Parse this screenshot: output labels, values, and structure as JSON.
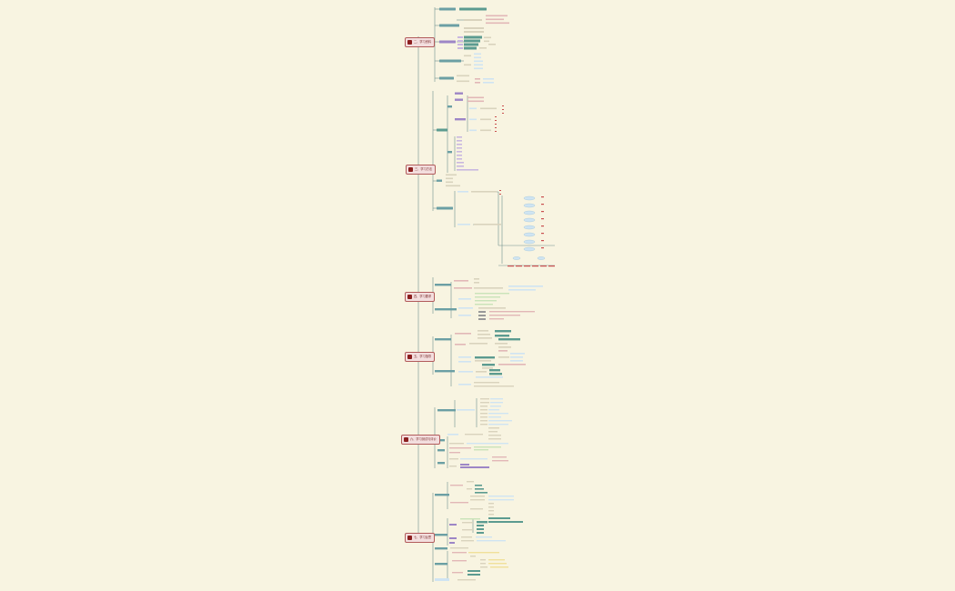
{
  "main_nodes": [
    {
      "id": "m1",
      "icon": "section-icon",
      "label": "二、学习资料"
    },
    {
      "id": "m2",
      "icon": "section-icon",
      "label": "三、学习方法"
    },
    {
      "id": "m3",
      "icon": "section-icon",
      "label": "四、学习要求"
    },
    {
      "id": "m4",
      "icon": "section-icon",
      "label": "五、学习指导"
    },
    {
      "id": "m5",
      "icon": "section-icon",
      "label": "六、学习测试与评价"
    },
    {
      "id": "m6",
      "icon": "section-icon",
      "label": "七、学习反思"
    }
  ],
  "colors": {
    "background": "#f8f4e1",
    "trunk_line": "#6f8e8c",
    "main_fill": "#f3dede",
    "main_border": "#b25c5c",
    "teal_node": "#6b9fa4",
    "purple_node": "#9d86c6",
    "green_node": "#5c9b90",
    "red_text": "#c94f4f",
    "blue_bubble": "#cfe4f2"
  }
}
